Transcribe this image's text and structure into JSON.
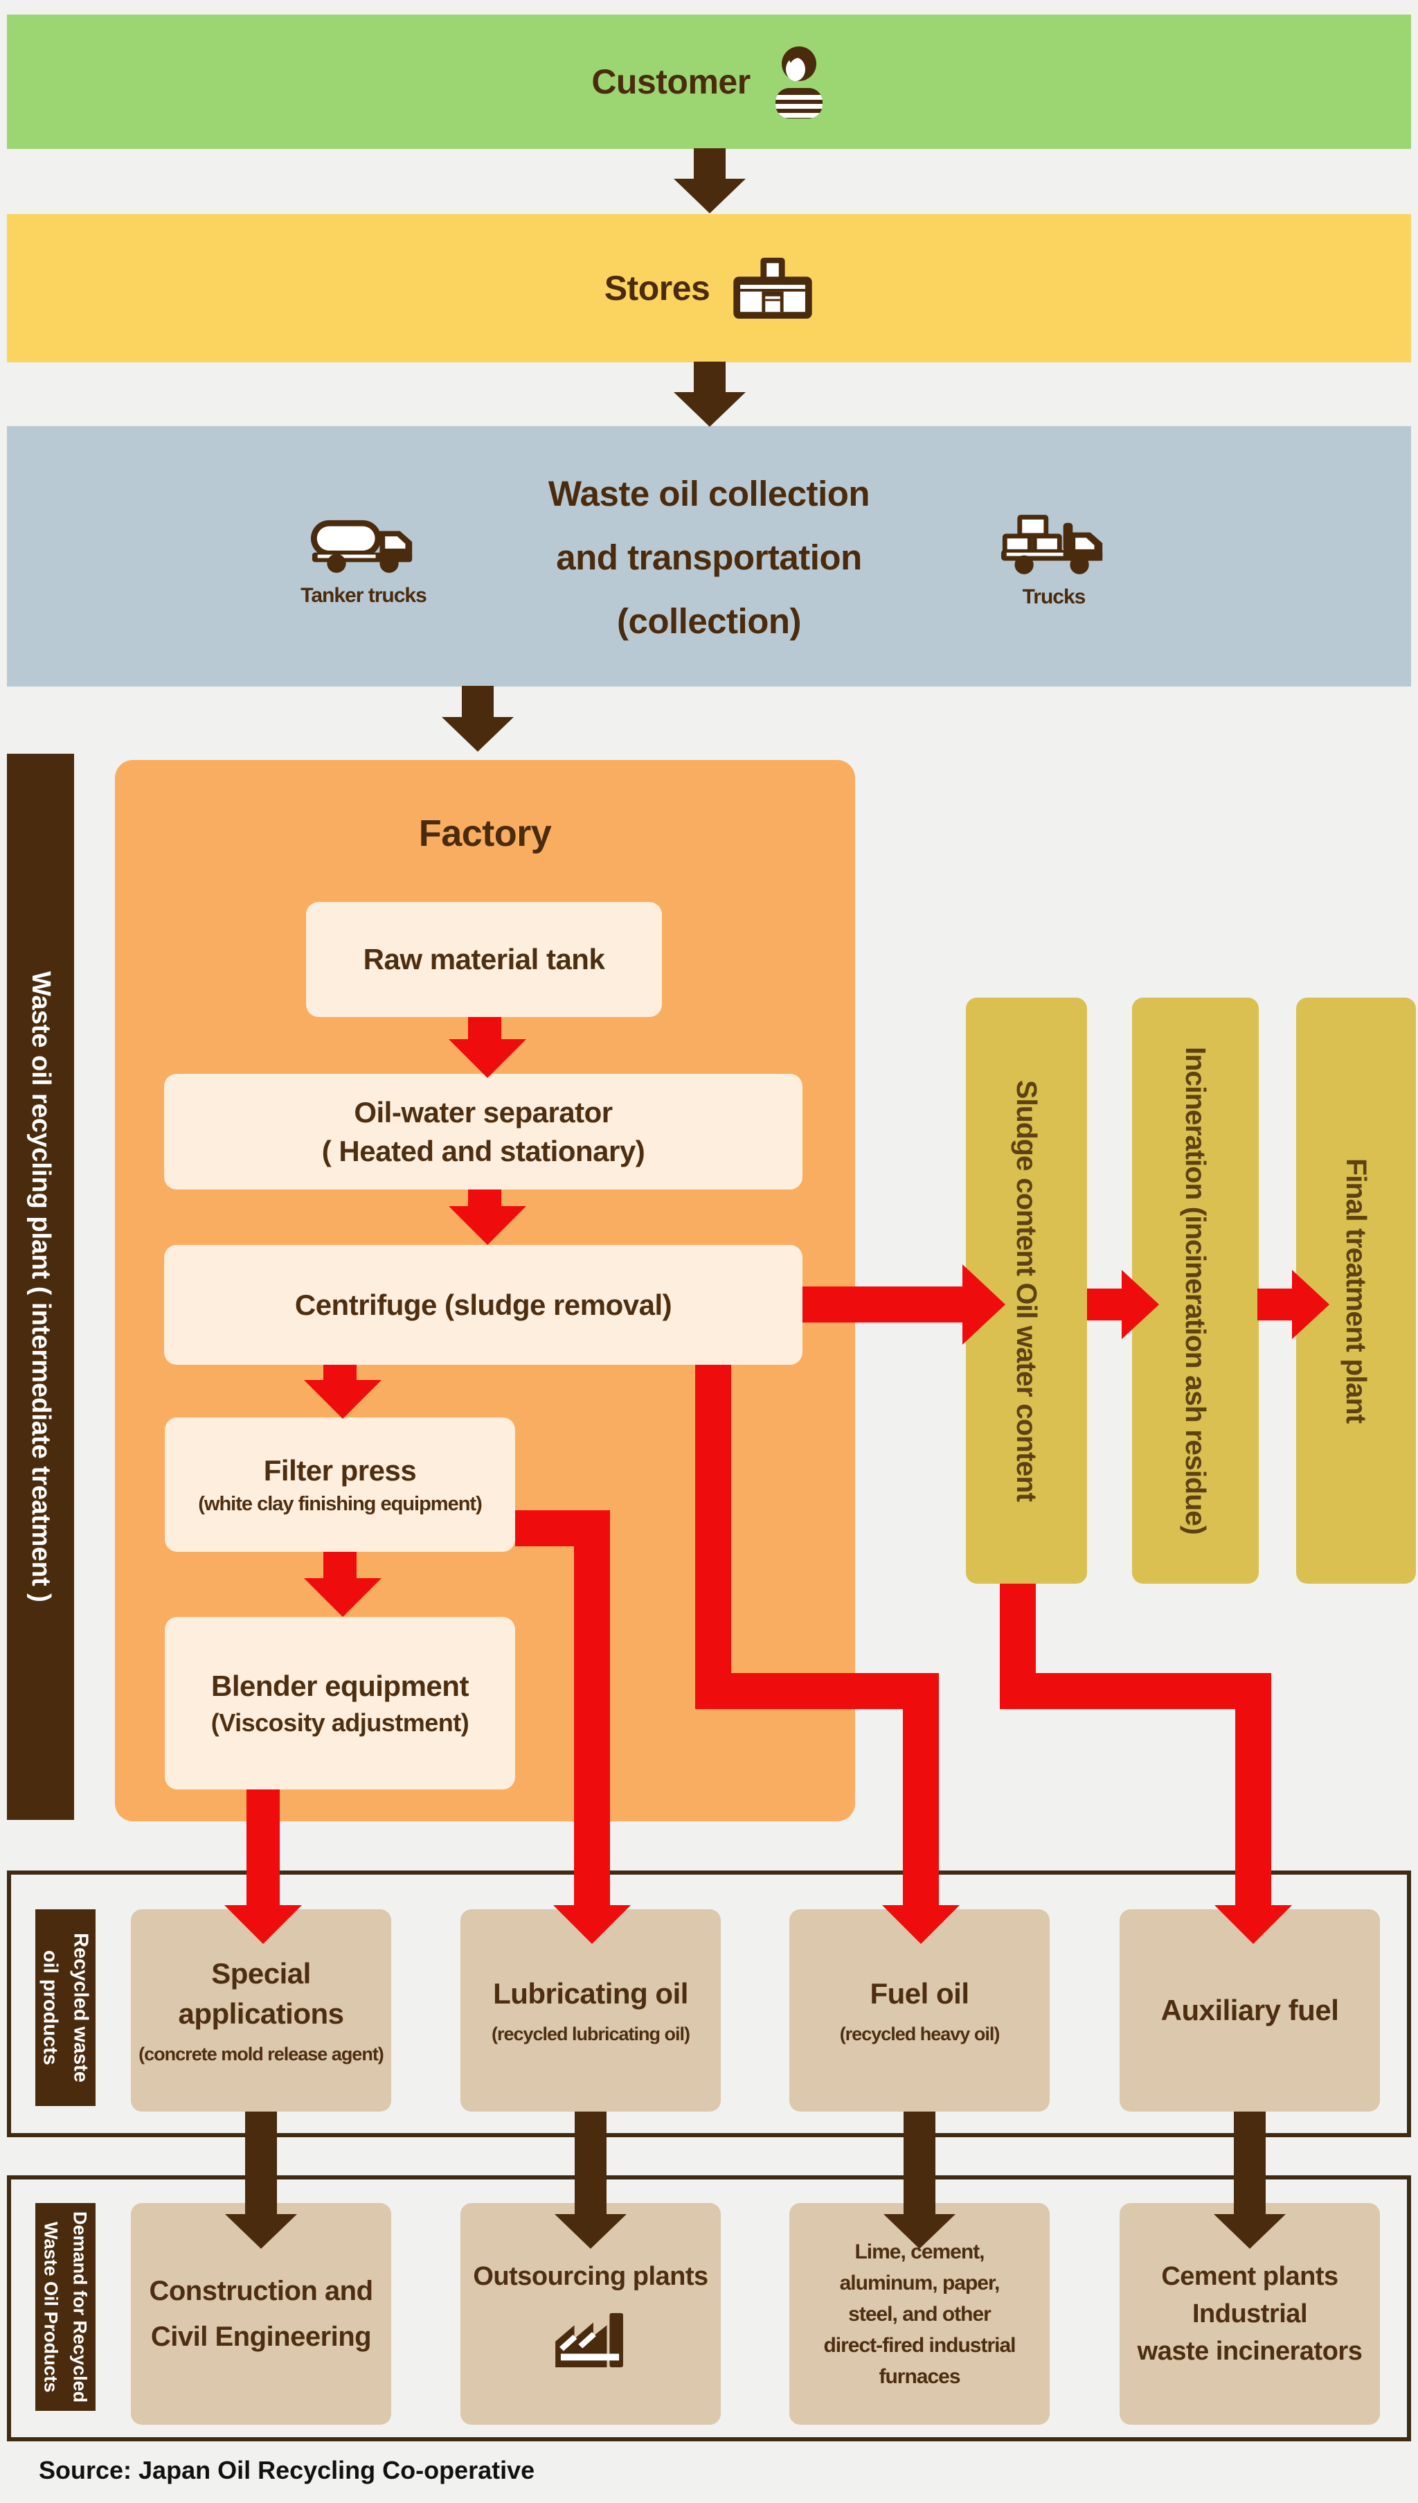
{
  "colors": {
    "page_bg": "#f1f1ef",
    "customer_green": "#9cd673",
    "stores_yellow": "#fbd45f",
    "collection_bluegray": "#b9c9d3",
    "factory_orange": "#f9ad61",
    "step_cream": "#fdeedd",
    "disposal_olive": "#d9c051",
    "product_tan": "#dbc8ad",
    "flow_red": "#ee0c0c",
    "dark_brown": "#4a2b0d"
  },
  "banners": {
    "customer": "Customer",
    "stores": "Stores",
    "collection_title_lines": [
      "Waste oil collection",
      "and transportation",
      "(collection)"
    ],
    "tanker_label": "Tanker trucks",
    "trucks_label": "Trucks"
  },
  "plant": {
    "sidebar_label": "Waste oil recycling plant ( intermediate treatment )",
    "factory_title": "Factory",
    "steps": {
      "raw_tank": "Raw material tank",
      "separator_line1": "Oil-water separator",
      "separator_line2": "( Heated and stationary)",
      "centrifuge": "Centrifuge (sludge removal)",
      "filter_title": "Filter press",
      "filter_sub": "(white clay finishing equipment)",
      "blender_title": "Blender equipment",
      "blender_sub": "(Viscosity adjustment)"
    },
    "disposal": {
      "sludge": "Sludge content Oil water content",
      "incineration": "Incineration (incineration ash residue)",
      "final_plant": "Final treatment plant"
    }
  },
  "products": {
    "sidebar_line1": "Recycled waste",
    "sidebar_line2": "oil products",
    "special_line1": "Special",
    "special_line2": "applications",
    "special_sub": "(concrete mold release agent)",
    "lubricating_title": "Lubricating oil",
    "lubricating_sub": "(recycled lubricating oil)",
    "fuel_title": "Fuel oil",
    "fuel_sub": "(recycled heavy oil)",
    "auxiliary_title": "Auxiliary fuel"
  },
  "demand": {
    "sidebar_line1": "Demand for Recycled",
    "sidebar_line2": "Waste Oil Products",
    "construction_line1": "Construction and",
    "construction_line2": "Civil Engineering",
    "outsourcing": "Outsourcing plants",
    "furnace_lines": [
      "Lime, cement,",
      "aluminum, paper,",
      "steel, and other",
      "direct-fired industrial",
      "furnaces"
    ],
    "cement_line1": "Cement plants",
    "cement_line2": "Industrial",
    "cement_line3": "waste incinerators"
  },
  "footer": {
    "source": "Source: Japan Oil Recycling Co-operative"
  }
}
